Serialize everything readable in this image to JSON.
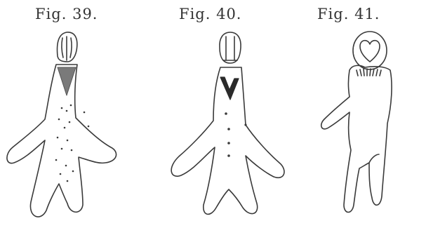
{
  "figures": [
    {
      "id": "fig39",
      "caption": "Fig. 39."
    },
    {
      "id": "fig40",
      "caption": "Fig. 40."
    },
    {
      "id": "fig41",
      "caption": "Fig. 41."
    }
  ]
}
